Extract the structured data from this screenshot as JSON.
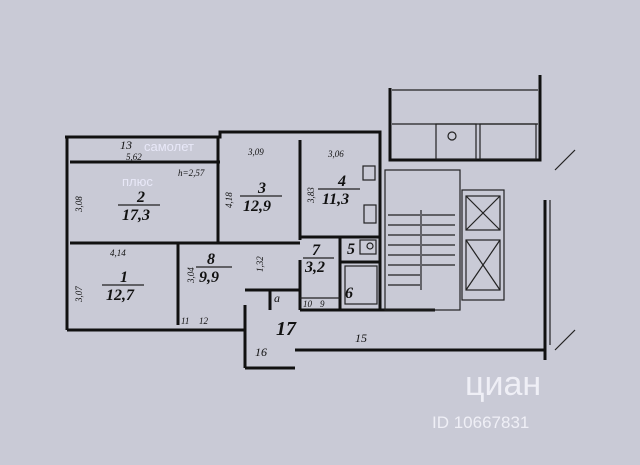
{
  "rooms": [
    {
      "no": "2",
      "area": "17,3"
    },
    {
      "no": "3",
      "area": "12,9"
    },
    {
      "no": "4",
      "area": "11,3"
    },
    {
      "no": "1",
      "area": "12,7"
    },
    {
      "no": "8",
      "area": "9,9"
    },
    {
      "no": "7",
      "area": "3,2"
    },
    {
      "no": "5",
      "area": ""
    },
    {
      "no": "6",
      "area": ""
    }
  ],
  "dims": [
    "5,62",
    "h=2,57",
    "3,09",
    "3,06",
    "3,08",
    "4,18",
    "3,83",
    "4,14",
    "1,32",
    "3,04",
    "3,07"
  ],
  "labels": {
    "l13": "13",
    "l17": "17",
    "l16": "16",
    "l15": "15",
    "la": "а",
    "l10": "10",
    "l9": "9",
    "l11": "11",
    "l12": "12"
  },
  "watermark": {
    "top1": "самолет",
    "top2": "плюс",
    "cian": "циан",
    "id": "ID 10667831"
  }
}
